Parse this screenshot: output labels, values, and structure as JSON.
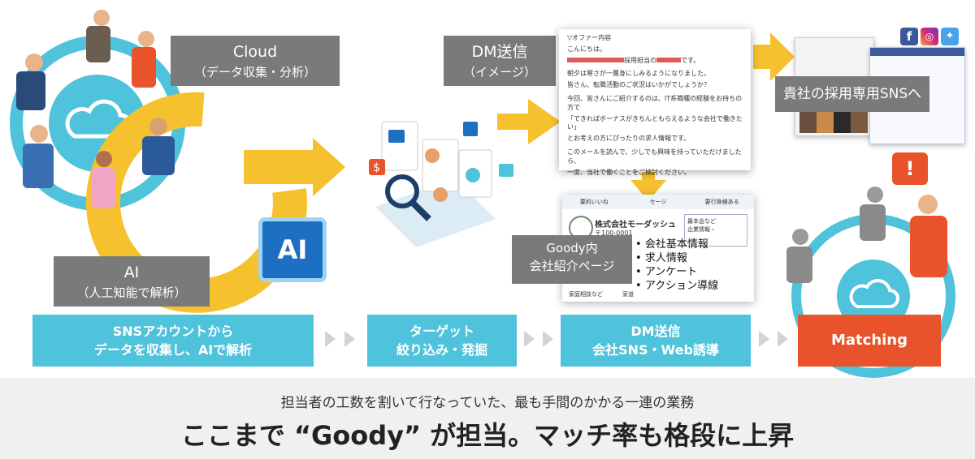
{
  "cloud_callout": {
    "title": "Cloud",
    "subtitle": "（データ収集・分析）"
  },
  "ai_callout": {
    "title": "AI",
    "subtitle": "（人工知能で解析）"
  },
  "ai_chip_label": "AI",
  "dm_callout": {
    "title": "DM送信",
    "subtitle": "（イメージ）"
  },
  "goody_callout": {
    "line1": "Goody内",
    "line2": "会社紹介ページ"
  },
  "sns_callout": "貴社の採用専用SNSへ",
  "email": {
    "heading": "▽オファー内容",
    "greeting": "こんにちは。",
    "sender_suffix": "採用担当の",
    "sender_end": "です。",
    "line1": "朝夕は寒さが一層身にしみるようになりました。",
    "line2": "皆さん、転職活動のご状況はいかがでしょうか？",
    "line3": "今回、皆さんにご紹介するのは、IT系職種の経験をお持ちの方で",
    "line4": "「できればボーナスがきちんともらえるような会社で働きたい」",
    "line5": "とお考えの方にぴったりの求人情報です。",
    "line6": "このメールを読んで、少しでも興味を持っていただけましたら、",
    "line7": "一度、当社で働くことをご検討ください。"
  },
  "company_page": {
    "tab1": "要約いいね",
    "tab2": "セージ",
    "tab3": "要行換様ある",
    "company_name": "株式会社モーダッシュ",
    "zip": "〒100-0001",
    "side1": "最本会など",
    "side2": "企業情報・",
    "bottom1": "家庭相談など",
    "bottom2": "家道"
  },
  "bullets": [
    "会社基本情報",
    "求人情報",
    "アンケート",
    "アクション導線"
  ],
  "steps": [
    {
      "line1": "SNSアカウントから",
      "line2": "データを収集し、AIで解析"
    },
    {
      "line1": "ターゲット",
      "line2": "絞り込み・発掘"
    },
    {
      "line1": "DM送信",
      "line2": "会社SNS・Web誘導"
    },
    {
      "line1": "Matching",
      "line2": ""
    }
  ],
  "alert_mark": "!",
  "social_icons": [
    "facebook-icon",
    "instagram-icon",
    "twitter-icon"
  ],
  "bottom": {
    "subline": "担当者の工数を割いて行なっていた、最も手間のかかる一連の業務",
    "headline": "ここまで “Goody” が担当。マッチ率も格段に上昇"
  },
  "colors": {
    "accent_yellow": "#f5c12e",
    "cloud_blue": "#4fc3dc",
    "callout_gray": "#7a7a7a",
    "matching_red": "#e8532b",
    "chip_blue": "#1d6fc2"
  }
}
